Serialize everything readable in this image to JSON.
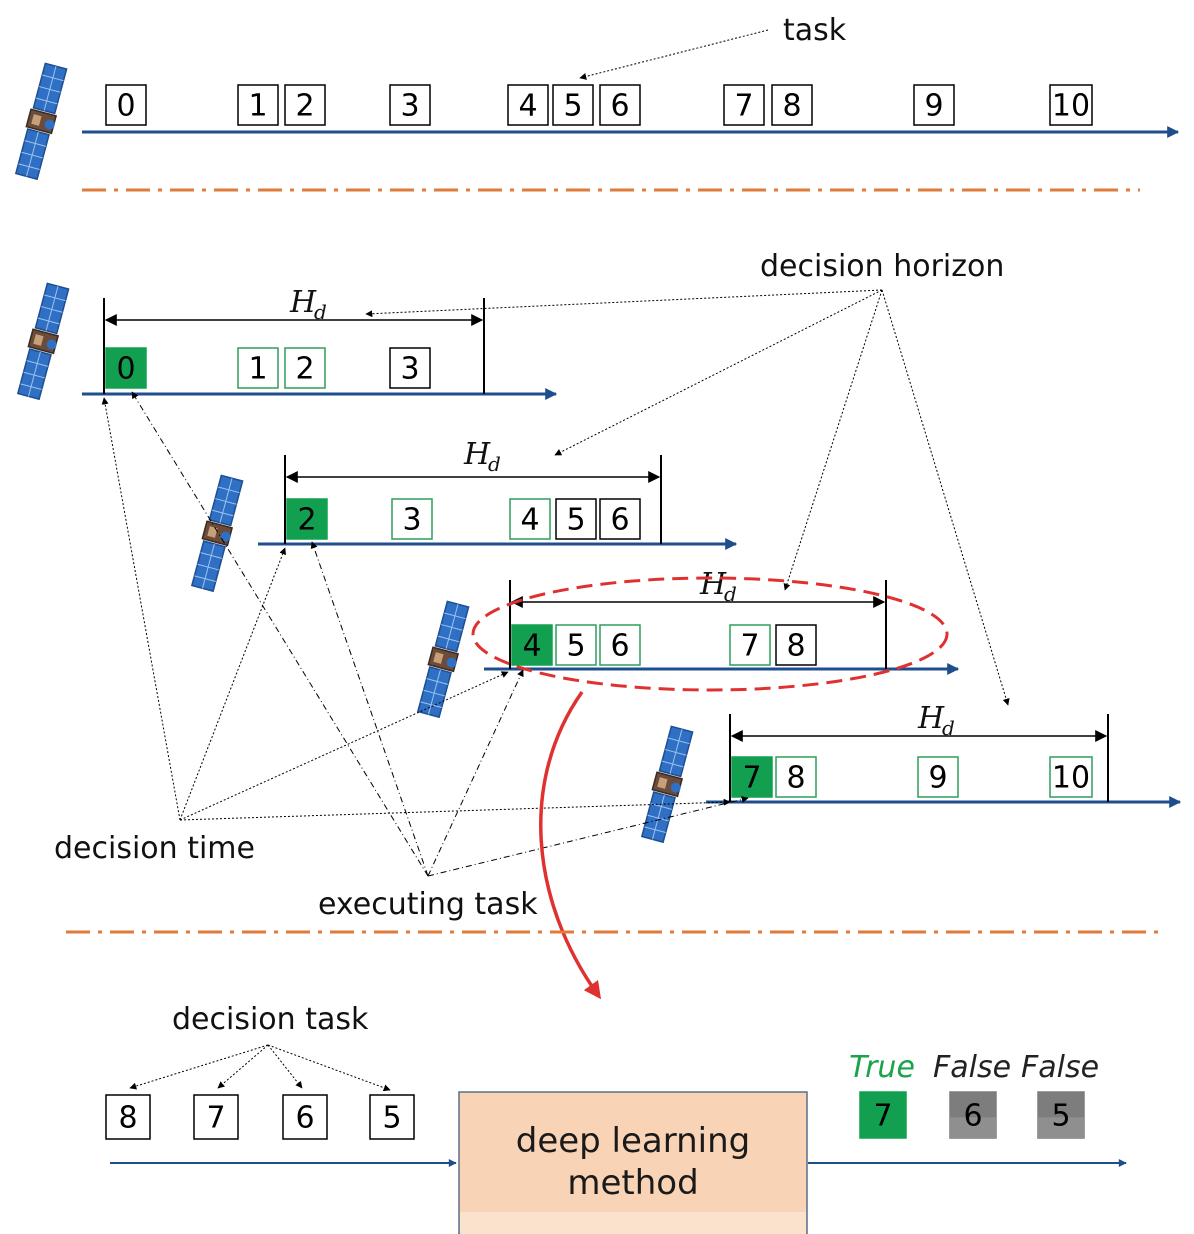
{
  "colors": {
    "axis_blue": "#1f4e8c",
    "executing_green": "#12a050",
    "decision_green_outline": "#2e9e5b",
    "separator_orange": "#e07b39",
    "highlight_red": "#e03131",
    "false_gray": "#7d7d7d",
    "dl_box_fill": "#f8d3b5",
    "true_text": "#1aa34a"
  },
  "labels": {
    "task": "task",
    "decision_horizon": "decision horizon",
    "decision_time": "decision time",
    "executing_task": "executing task",
    "decision_task": "decision task",
    "horizon_symbol": "H",
    "horizon_subscript": "d"
  },
  "timeline_full": {
    "tasks": [
      "0",
      "1",
      "2",
      "3",
      "4",
      "5",
      "6",
      "7",
      "8",
      "9",
      "10"
    ]
  },
  "horizon_rows": [
    {
      "executing": "0",
      "tasks": [
        {
          "label": "0",
          "state": "executing"
        },
        {
          "label": "1",
          "state": "candidate"
        },
        {
          "label": "2",
          "state": "candidate"
        },
        {
          "label": "3",
          "state": "plain"
        }
      ]
    },
    {
      "executing": "2",
      "tasks": [
        {
          "label": "2",
          "state": "executing"
        },
        {
          "label": "3",
          "state": "candidate"
        },
        {
          "label": "4",
          "state": "candidate"
        },
        {
          "label": "5",
          "state": "plain"
        },
        {
          "label": "6",
          "state": "plain"
        }
      ]
    },
    {
      "executing": "4",
      "tasks": [
        {
          "label": "4",
          "state": "executing"
        },
        {
          "label": "5",
          "state": "candidate"
        },
        {
          "label": "6",
          "state": "candidate"
        },
        {
          "label": "7",
          "state": "candidate"
        },
        {
          "label": "8",
          "state": "plain"
        }
      ]
    },
    {
      "executing": "7",
      "tasks": [
        {
          "label": "7",
          "state": "executing"
        },
        {
          "label": "8",
          "state": "candidate"
        },
        {
          "label": "9",
          "state": "candidate"
        },
        {
          "label": "10",
          "state": "candidate"
        }
      ]
    }
  ],
  "decision": {
    "inputs": [
      "8",
      "7",
      "6",
      "5"
    ],
    "method_line1": "deep learning",
    "method_line2": "method",
    "outputs": [
      {
        "label": "7",
        "verdict": "True"
      },
      {
        "label": "6",
        "verdict": "False"
      },
      {
        "label": "5",
        "verdict": "False"
      }
    ]
  }
}
